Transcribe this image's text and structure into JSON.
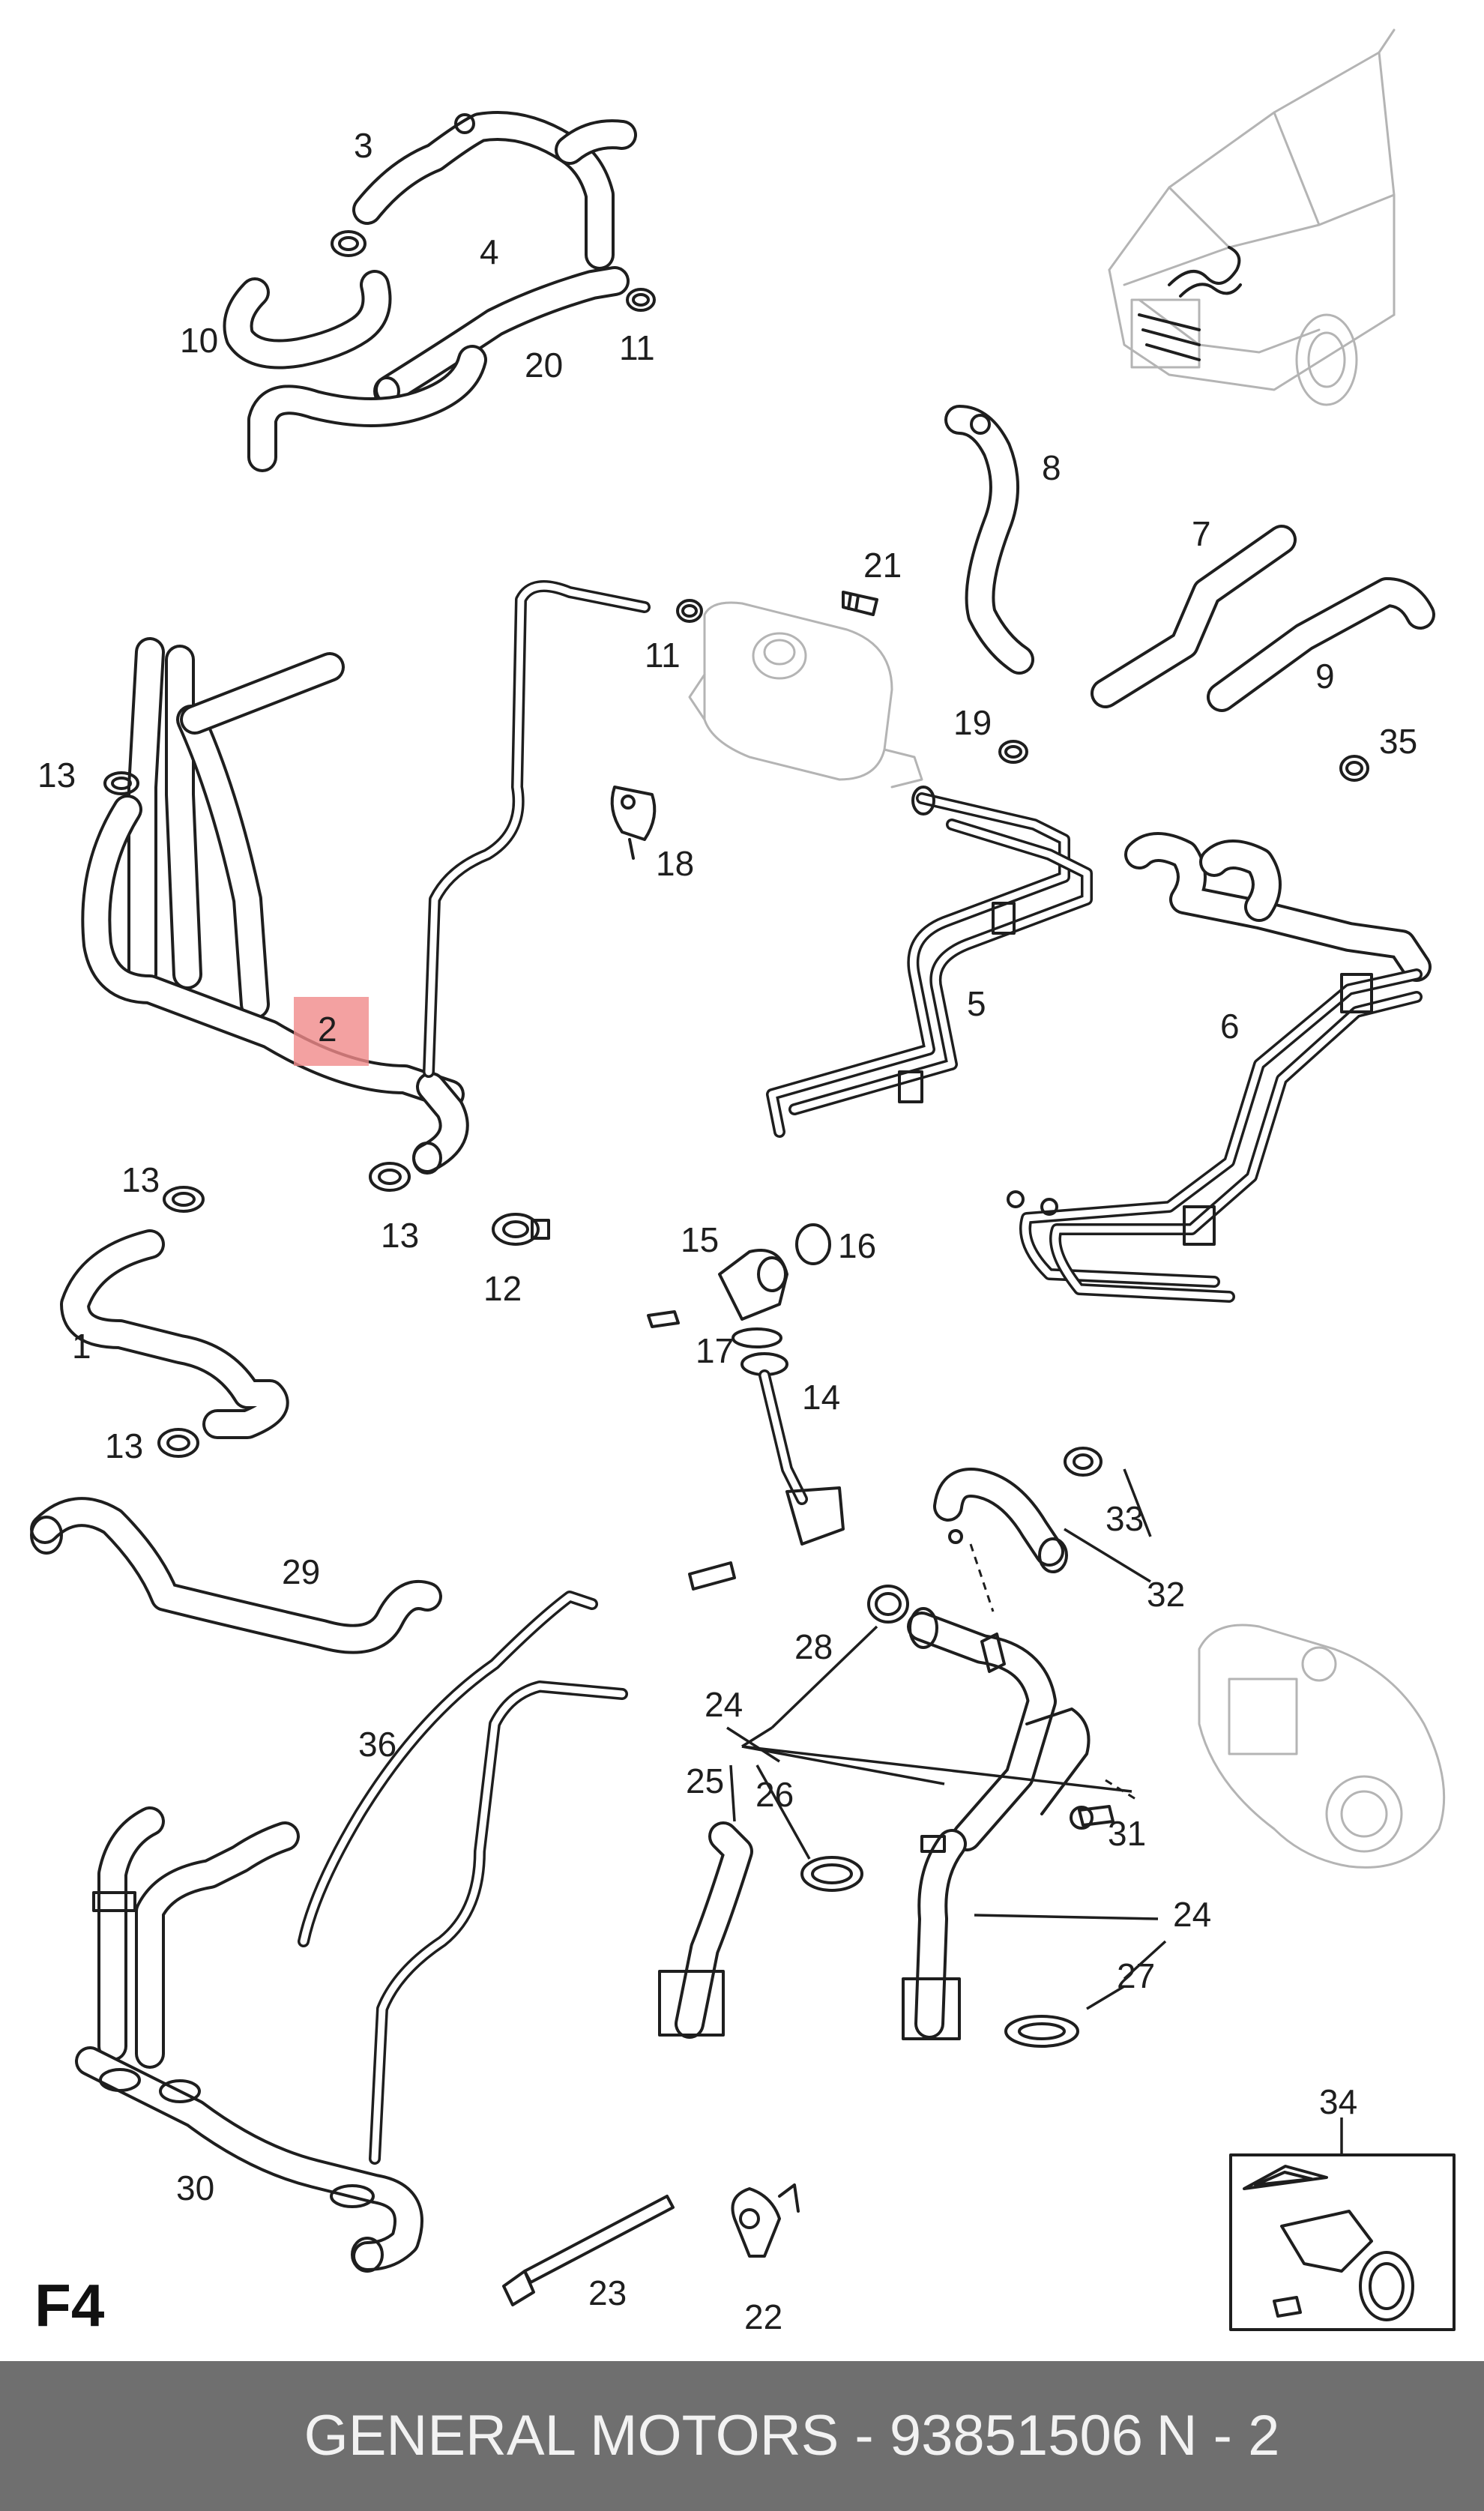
{
  "diagram": {
    "page_code": "F4",
    "highlight_color": "#f08a8a",
    "labels": [
      {
        "id": "l3",
        "text": "3"
      },
      {
        "id": "l4",
        "text": "4"
      },
      {
        "id": "l10",
        "text": "10"
      },
      {
        "id": "l20",
        "text": "20"
      },
      {
        "id": "l11a",
        "text": "11"
      },
      {
        "id": "l8",
        "text": "8"
      },
      {
        "id": "l7",
        "text": "7"
      },
      {
        "id": "l9",
        "text": "9"
      },
      {
        "id": "l21",
        "text": "21"
      },
      {
        "id": "l11b",
        "text": "11"
      },
      {
        "id": "l19",
        "text": "19"
      },
      {
        "id": "l35",
        "text": "35"
      },
      {
        "id": "l13a",
        "text": "13"
      },
      {
        "id": "l18",
        "text": "18"
      },
      {
        "id": "l2",
        "text": "2"
      },
      {
        "id": "l5",
        "text": "5"
      },
      {
        "id": "l6",
        "text": "6"
      },
      {
        "id": "l13b",
        "text": "13"
      },
      {
        "id": "l13c",
        "text": "13"
      },
      {
        "id": "l12",
        "text": "12"
      },
      {
        "id": "l1",
        "text": "1"
      },
      {
        "id": "l15",
        "text": "15"
      },
      {
        "id": "l16",
        "text": "16"
      },
      {
        "id": "l17",
        "text": "17"
      },
      {
        "id": "l14",
        "text": "14"
      },
      {
        "id": "l13d",
        "text": "13"
      },
      {
        "id": "l33",
        "text": "33"
      },
      {
        "id": "l32",
        "text": "32"
      },
      {
        "id": "l29",
        "text": "29"
      },
      {
        "id": "l28",
        "text": "28"
      },
      {
        "id": "l24a",
        "text": "24"
      },
      {
        "id": "l36",
        "text": "36"
      },
      {
        "id": "l25",
        "text": "25"
      },
      {
        "id": "l26",
        "text": "26"
      },
      {
        "id": "l31",
        "text": "31"
      },
      {
        "id": "l24b",
        "text": "24"
      },
      {
        "id": "l27",
        "text": "27"
      },
      {
        "id": "l30",
        "text": "30"
      },
      {
        "id": "l34",
        "text": "34"
      },
      {
        "id": "l23",
        "text": "23"
      },
      {
        "id": "l22",
        "text": "22"
      }
    ]
  },
  "footer": {
    "title": "GENERAL MOTORS - 93851506",
    "page": "N - 2"
  }
}
